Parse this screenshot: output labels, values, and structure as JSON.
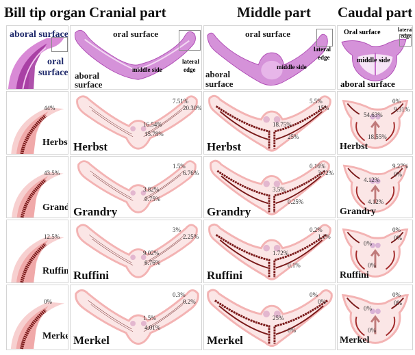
{
  "headers": {
    "bill_tip": "Bill tip organ",
    "cranial": "Cranial part",
    "middle": "Middle part",
    "caudal": "Caudal part"
  },
  "histology": {
    "bill_tip": {
      "aboral": "aboral surface",
      "oral_line1": "oral",
      "oral_line2": "surface"
    },
    "cranial": {
      "oral": "oral surface",
      "aboral_line1": "aboral",
      "aboral_line2": "surface",
      "middle": "middle side",
      "lateral_line1": "lateral",
      "lateral_line2": "edge"
    },
    "middle": {
      "oral": "oral surface",
      "aboral_line1": "aboral",
      "aboral_line2": "surface",
      "middle": "middle side",
      "lateral_line1": "lateral",
      "lateral_line2": "edge"
    },
    "caudal": {
      "oral": "Oral surface",
      "lateral_line1": "lateral",
      "lateral_line2": "edge",
      "middle": "middle side",
      "aboral": "aboral surface"
    }
  },
  "colors": {
    "stain": "#c76fcf",
    "stain_dark": "#a0329c",
    "schematic_fill": "#f7d6d6",
    "schematic_edge": "#f0a9a9",
    "nerve": "#7a1a1a"
  },
  "rows": [
    {
      "receptor": "Herbst",
      "bill_tip": {
        "tip": "44%"
      },
      "cranial": {
        "edge_oral": "7.51%",
        "edge_aboral": "20.30%",
        "mid_oral": "16.54%",
        "mid_aboral": "15.78%"
      },
      "middle": {
        "edge_oral": "5.5%",
        "edge_aboral": "15%",
        "mid_oral": "18.75%",
        "mid_aboral": "25%"
      },
      "caudal": {
        "edge_oral": "0%",
        "edge_aboral": "9.31%",
        "mid_oral": "54.63%",
        "mid_aboral": "18.55%"
      }
    },
    {
      "receptor": "Grandry",
      "bill_tip": {
        "tip": "43.5%"
      },
      "cranial": {
        "edge_oral": "1.5%",
        "edge_aboral": "6.76%",
        "mid_oral": "3.82%",
        "mid_aboral": "0.75%"
      },
      "middle": {
        "edge_oral": "0.16%",
        "edge_aboral": "3.72%",
        "mid_oral": "3.5%",
        "mid_aboral": "0.25%"
      },
      "caudal": {
        "edge_oral": "9.27%",
        "edge_aboral": "0%",
        "mid_oral": "4.12%",
        "mid_aboral": "4.12%"
      }
    },
    {
      "receptor": "Ruffini",
      "bill_tip": {
        "tip": "12.5%"
      },
      "cranial": {
        "edge_oral": "3%",
        "edge_aboral": "2.25%",
        "mid_oral": "9.02%",
        "mid_aboral": "6.76%"
      },
      "middle": {
        "edge_oral": "0.2%",
        "edge_aboral": "1.1%",
        "mid_oral": "1.72%",
        "mid_aboral": "0.1%"
      },
      "caudal": {
        "edge_oral": "0%",
        "edge_aboral": "0%",
        "mid_oral": "0%",
        "mid_aboral": "0%"
      }
    },
    {
      "receptor": "Merkel",
      "bill_tip": {
        "tip": "0%"
      },
      "cranial": {
        "edge_oral": "0.3%",
        "edge_aboral": "0.2%",
        "mid_oral": "1.5%",
        "mid_aboral": "4.01%"
      },
      "middle": {
        "edge_oral": "0%",
        "edge_aboral": "0%",
        "mid_oral": "25%",
        "mid_aboral": "0%"
      },
      "caudal": {
        "edge_oral": "0%",
        "edge_aboral": "0%",
        "mid_oral": "0%",
        "mid_aboral": "0%"
      }
    }
  ]
}
